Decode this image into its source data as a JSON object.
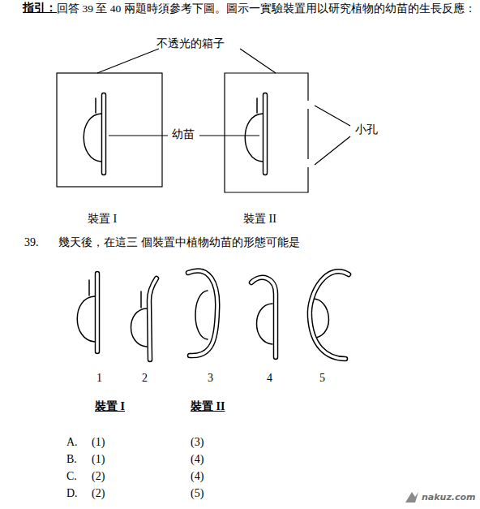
{
  "diagram": {
    "labels": [
      "指引：",
      "回答 39 至 40 兩題時須參考下圖。圖示一實驗裝置用以研究植物的幼苗的生長反應：",
      "不透光的箱子",
      "幼苗",
      "小孔",
      "裝置 I",
      "裝置 II",
      "39.",
      "幾天後，在這三 個裝置中植物幼苗的形態可能是",
      "1",
      "2",
      "3",
      "4",
      "5",
      "裝置 I",
      "裝置 II",
      "A.",
      "(1)",
      "(3)",
      "B.",
      "(1)",
      "(4)",
      "C.",
      "(2)",
      "(4)",
      "D.",
      "(2)",
      "(5)",
      "nakuz.com"
    ]
  }
}
